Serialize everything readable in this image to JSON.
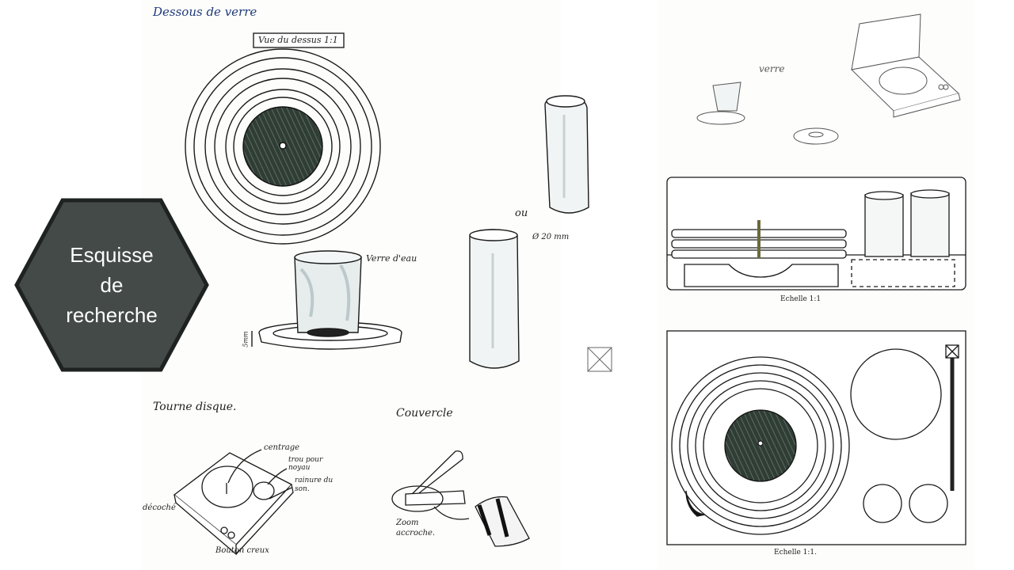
{
  "badge": {
    "line1": "Esquisse",
    "line2": "de",
    "line3": "recherche",
    "fill_color": "#434a47",
    "border_color": "#1e2321"
  },
  "left_sheet": {
    "title": "Dessous de verre",
    "top_view_label": "Vue du dessus 1:1",
    "glass_label": "Verre d'eau",
    "dim_label": "5mm",
    "or_label": "ou",
    "diameter_label": "Ø 20 mm",
    "turntable_title": "Tourne disque.",
    "centrage": "centrage",
    "trou_pour_noyau": "trou pour noyau",
    "rainure_du_son": "rainure du son.",
    "decoche": "décoché",
    "bouton_creux": "Bouton creux",
    "couvercle_title": "Couvercle",
    "zoom_accroche": "Zoom accroche."
  },
  "right_sheet": {
    "verre_label": "verre",
    "echelle_side": "Echelle 1:1",
    "echelle_top": "Echelle 1:1."
  }
}
